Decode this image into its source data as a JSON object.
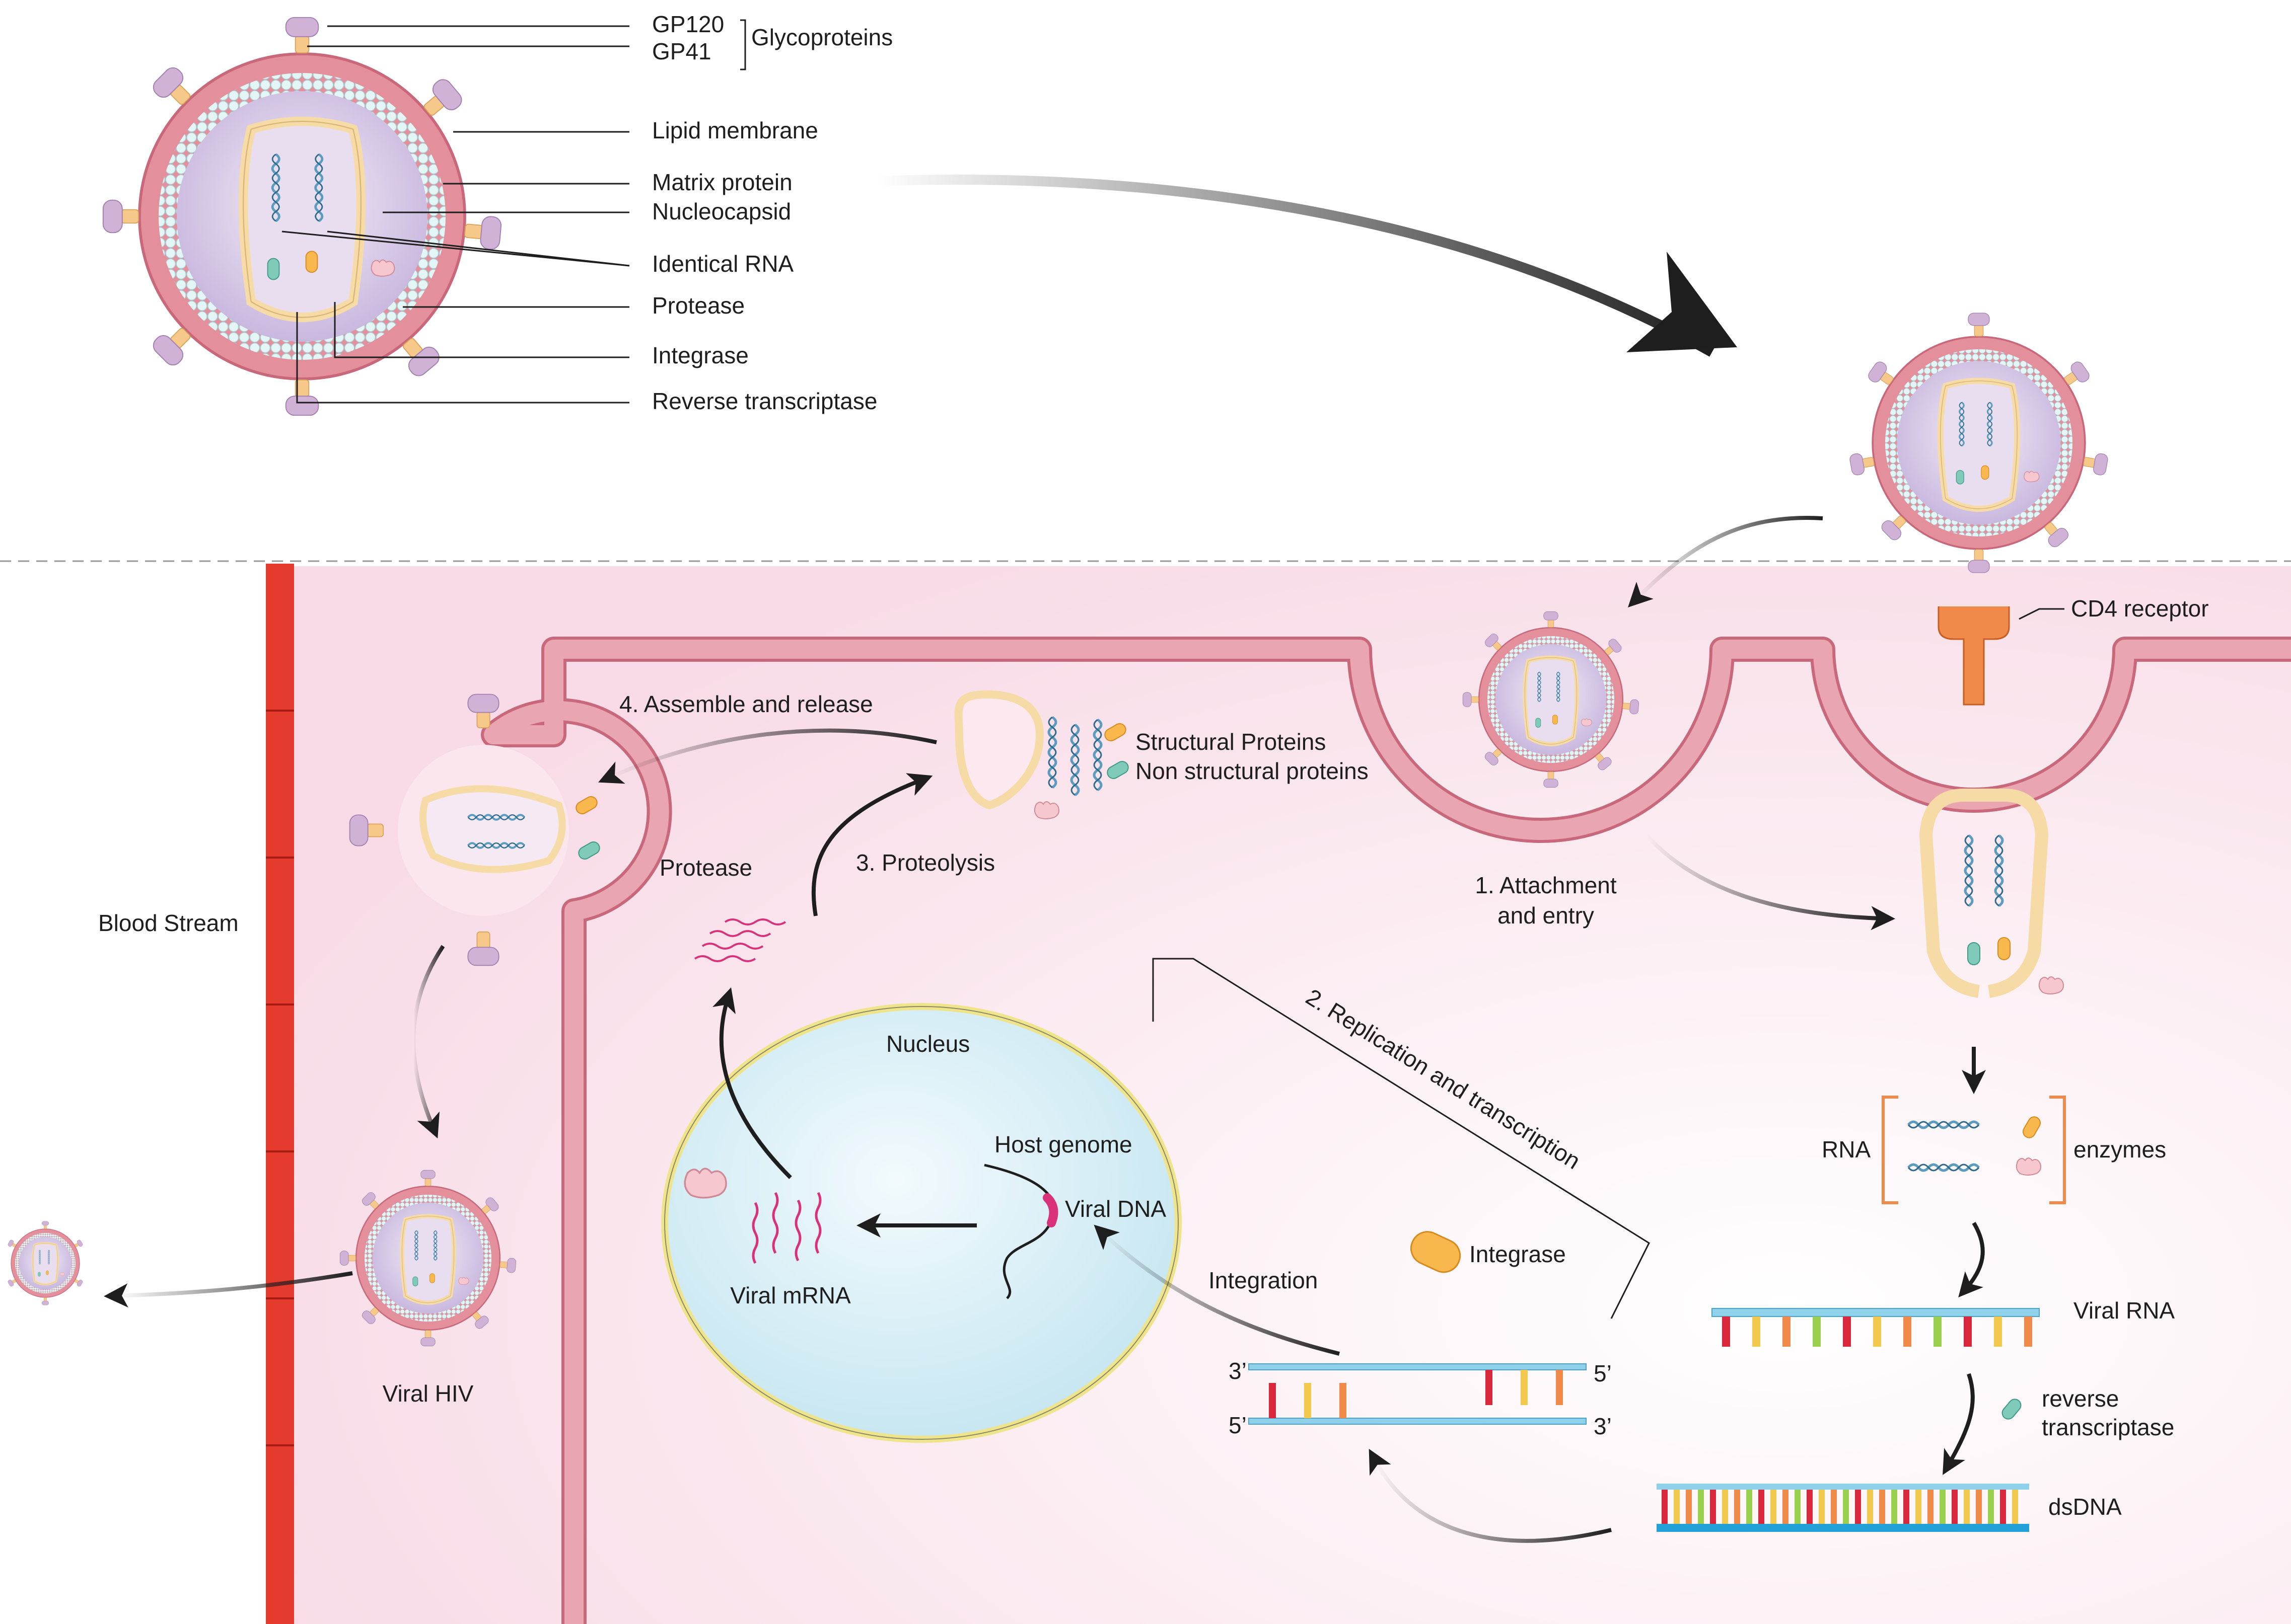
{
  "virion_labels": {
    "gp120": "GP120",
    "gp41": "GP41",
    "glycoproteins": "Glycoproteins",
    "lipid_membrane": "Lipid membrane",
    "matrix_protein": "Matrix protein",
    "nucleocapsid": "Nucleocapsid",
    "identical_rna": "Identical RNA",
    "protease": "Protease",
    "integrase": "Integrase",
    "reverse_transcriptase": "Reverse transcriptase"
  },
  "cell_labels": {
    "cd4_receptor": "CD4 receptor",
    "blood_stream": "Blood Stream",
    "step1_line1": "1. Attachment",
    "step1_line2": "and entry",
    "step2": "2. Replication and transcription",
    "step3": "3. Proteolysis",
    "step4": "4. Assemble and release",
    "structural_proteins": "Structural Proteins",
    "non_structural_proteins": "Non structural proteins",
    "protease": "Protease",
    "nucleus": "Nucleus",
    "host_genome": "Host genome",
    "viral_dna": "Viral DNA",
    "viral_mrna": "Viral mRNA",
    "integration": "Integration",
    "integrase": "Integrase",
    "rna": "RNA",
    "enzymes": "enzymes",
    "viral_rna": "Viral RNA",
    "reverse_line1": "reverse",
    "reverse_line2": "transcriptase",
    "dsdna": "dsDNA",
    "three_prime_a": "3’",
    "five_prime_a": "5’",
    "five_prime_b": "5’",
    "three_prime_b": "3’",
    "viral_hiv": "Viral HIV"
  },
  "colors": {
    "membrane": "#e3909c",
    "membrane_edge": "#c9687a",
    "matrix_bead": "#dff2f4",
    "capsid": "#f6dba6",
    "interior": "#d9cde8",
    "cell_bg": "#fbe6ee",
    "nucleus": "#d7eef5",
    "nucleus_edge": "#f0e48a",
    "blood_vessel": "#e53a2e",
    "cd4": "#f08a4b",
    "rna_strand": "#5b9bc0",
    "mrna": "#d9327a",
    "dna_backbone": "#8fd0ea"
  },
  "icons": [
    "gp120-knob",
    "gp41-stalk",
    "rna-helix",
    "protease-shape",
    "integrase-capsule",
    "reverse-transcriptase-capsule"
  ]
}
